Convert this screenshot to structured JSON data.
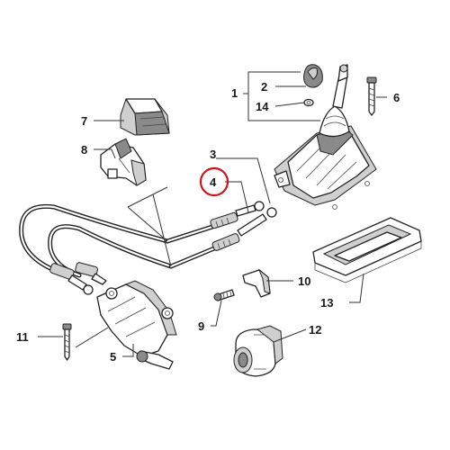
{
  "diagram": {
    "labels": {
      "p1": "1",
      "p2": "2",
      "p3": "3",
      "p4": "4",
      "p5": "5",
      "p6": "6",
      "p7": "7",
      "p8": "8",
      "p9": "9",
      "p10": "10",
      "p11": "11",
      "p12": "12",
      "p13": "13",
      "p14": "14"
    },
    "highlighted_part": "4",
    "highlight_color": "#d0141c"
  }
}
